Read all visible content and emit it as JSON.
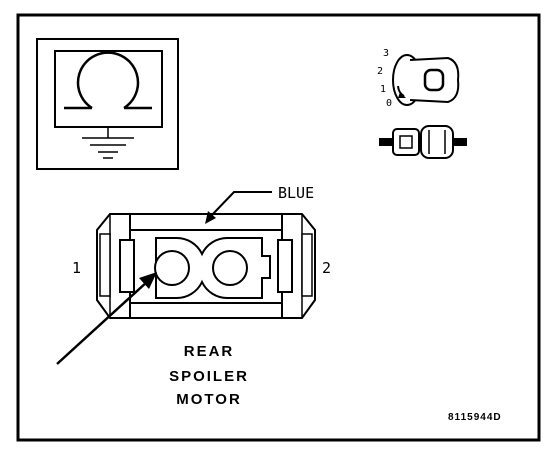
{
  "connector": {
    "color_label": "BLUE",
    "pin_left": "1",
    "pin_right": "2",
    "component_line1": "REAR",
    "component_line2": "SPOILER",
    "component_line3": "MOTOR"
  },
  "key_positions": [
    "3",
    "2",
    "1",
    "0"
  ],
  "figure_id": "8115944D",
  "icons": {
    "ground_symbol": "ground-meter-icon",
    "ignition_key": "ignition-key-icon",
    "connector_mini": "connector-icon"
  },
  "colors": {
    "ink": "#000000",
    "paper": "#ffffff",
    "shade": "#e6e6e6"
  }
}
